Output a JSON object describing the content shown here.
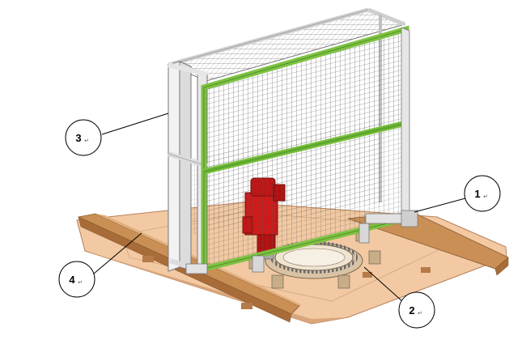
{
  "callouts": [
    {
      "id": "callout-1",
      "number": "1",
      "mark": "↵"
    },
    {
      "id": "callout-2",
      "number": "2",
      "mark": "↵"
    },
    {
      "id": "callout-3",
      "number": "3",
      "mark": "↵"
    },
    {
      "id": "callout-4",
      "number": "4",
      "mark": "↵"
    }
  ],
  "colors": {
    "base_plate": "#f2c9a2",
    "base_edge": "#b5815a",
    "rails": "#c98f55",
    "frame_green": "#7cc242",
    "frame_white": "#eeeeee",
    "mesh": "#555555",
    "motor_red": "#d01818",
    "ring": "#c8a070"
  }
}
